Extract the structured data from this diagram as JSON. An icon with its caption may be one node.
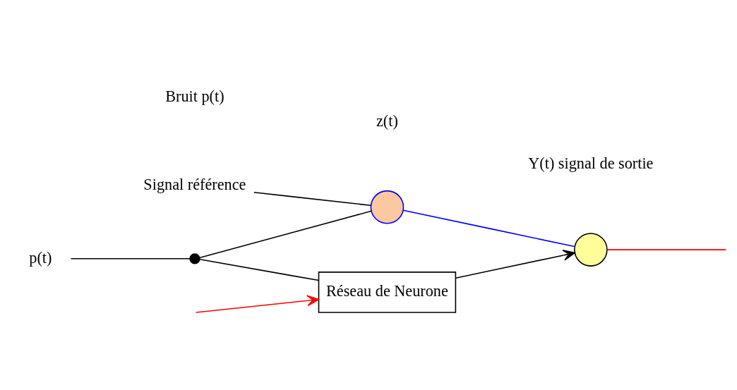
{
  "diagram": {
    "nodes": [
      {
        "text": [
          "p(t)"
        ]
      },
      {
        "text": [],
        "shape": "circle"
      },
      {
        "text": [],
        "shape": "circle"
      },
      {
        "text": [
          "Signal référence"
        ]
      },
      {
        "text": [
          "Réseau de Neurone"
        ]
      },
      {
        "text": [],
        "shape": "circle"
      }
    ],
    "edges": [
      {
        "from": 0,
        "to": 1,
        "arrow": "none"
      },
      {
        "from": 1,
        "to": 2,
        "arrow": "none"
      },
      {
        "from": 3,
        "to": 2,
        "arrow": "none"
      },
      {
        "from": 1,
        "to": 4,
        "arrow": "none"
      },
      {
        "from": 4,
        "to": 5,
        "arrow": "to"
      },
      {
        "from": 2,
        "to": 5,
        "arrow": "none",
        "color": "#0000ff"
      },
      {
        "from": 5,
        "to": null,
        "arrow": "none",
        "color": "#ff0000"
      },
      {
        "from": null,
        "to": 4,
        "arrow": "to",
        "color": "#ff0000"
      }
    ],
    "labels": [
      "Bruit p(t)",
      "z(t)",
      "Y(t) signal de sortie"
    ]
  }
}
